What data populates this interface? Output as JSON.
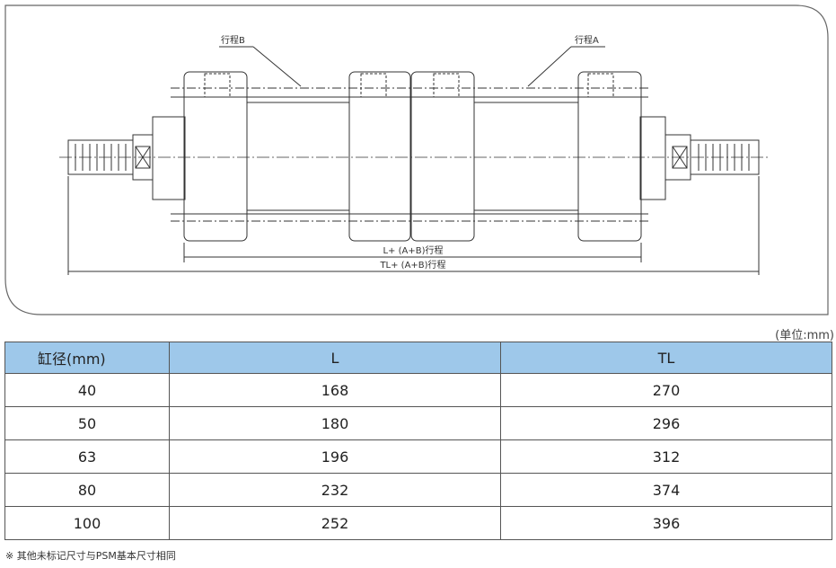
{
  "drawing": {
    "label_stroke_b": "行程B",
    "label_stroke_a": "行程A",
    "dim_l": "L+ (A+B)行程",
    "dim_tl": "TL+ (A+B)行程"
  },
  "unit_note": "(单位:mm)",
  "table": {
    "headers": [
      "缸径(mm)",
      "L",
      "TL"
    ],
    "rows": [
      [
        "40",
        "168",
        "270"
      ],
      [
        "50",
        "180",
        "296"
      ],
      [
        "63",
        "196",
        "312"
      ],
      [
        "80",
        "232",
        "374"
      ],
      [
        "100",
        "252",
        "396"
      ]
    ]
  },
  "footnote": "※ 其他未标记尺寸与PSM基本尺寸相同",
  "colors": {
    "header_bg": "#9ec8ea",
    "line": "#555555"
  }
}
